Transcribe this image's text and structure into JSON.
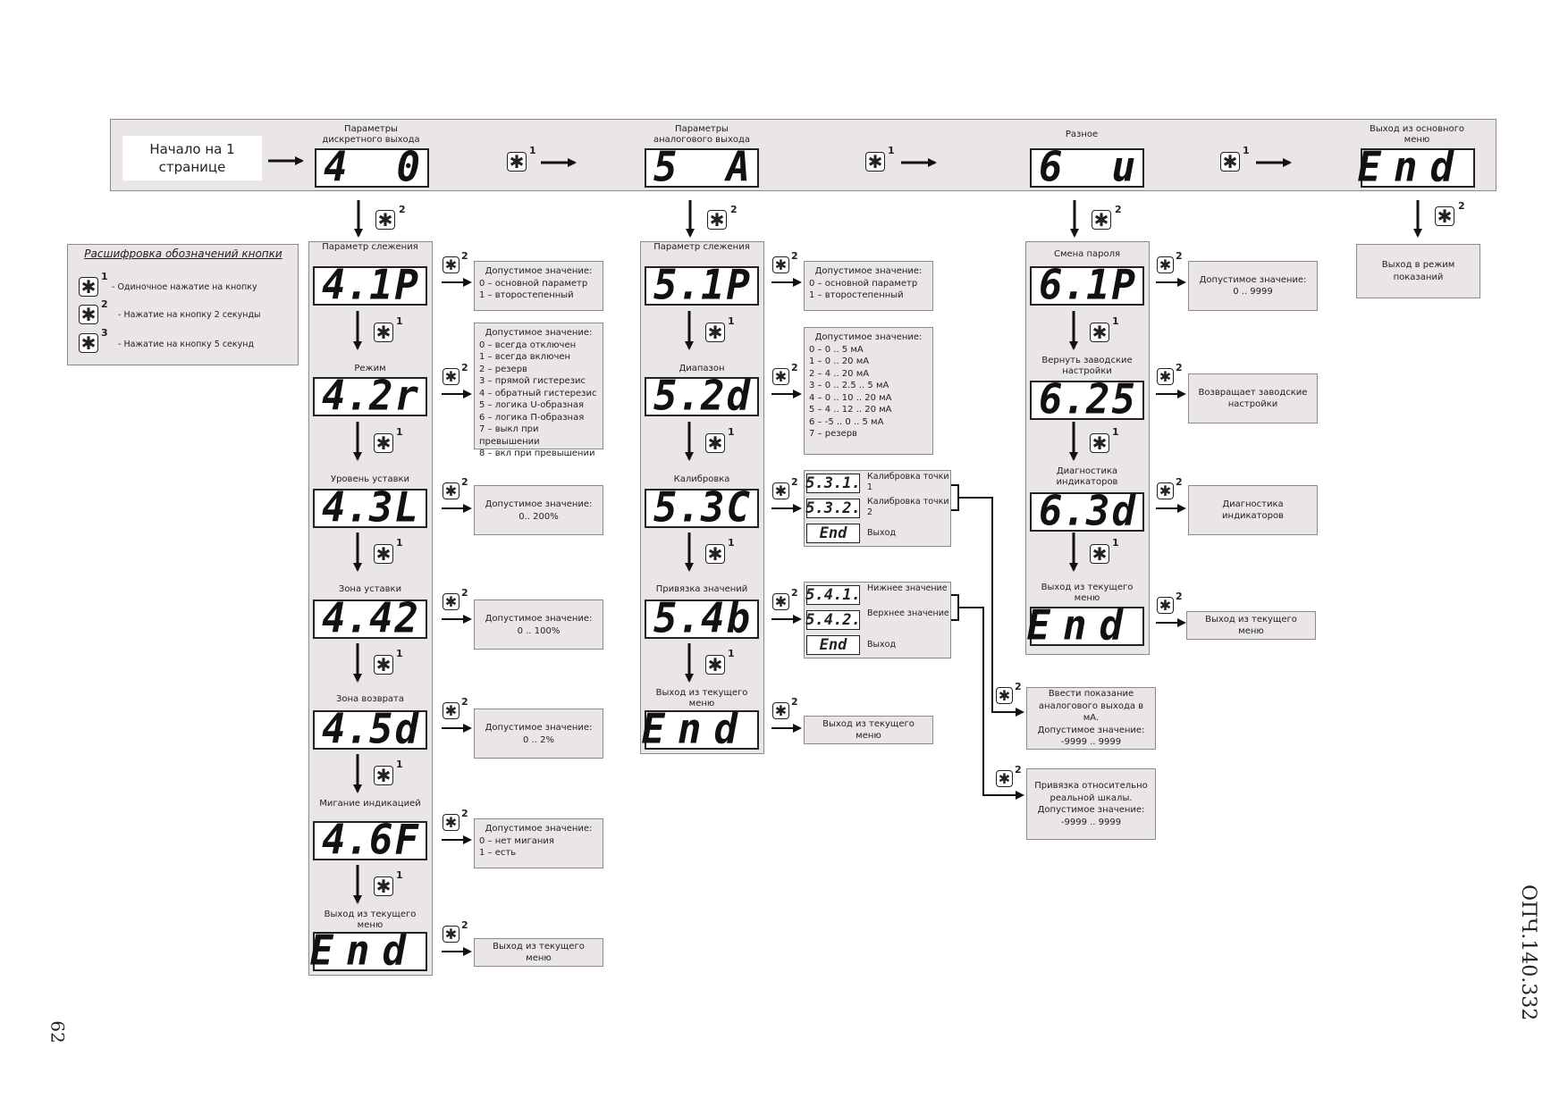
{
  "start": "Начало на 1 странице",
  "top": {
    "labels": [
      "Параметры дискретного выхода",
      "Параметры аналогового выхода",
      "Разное",
      "Выход из основного меню"
    ],
    "displays": [
      [
        "4",
        "0"
      ],
      [
        "5",
        "A"
      ],
      [
        "6",
        "u"
      ],
      [
        "End"
      ]
    ]
  },
  "legend": {
    "title": "Расшифровка обозначений кнопки",
    "items": [
      "- Одиночное нажатие на кнопку",
      "- Нажатие на кнопку 2 секунды",
      "- Нажатие на кнопку 5 секунд"
    ],
    "sups": [
      "1",
      "2",
      "3"
    ]
  },
  "key_symbol": "✱",
  "sup1": "1",
  "sup2": "2",
  "col4": {
    "labels": [
      "Параметр слежения",
      "Режим",
      "Уровень уставки",
      "Зона уставки",
      "Зона возврата",
      "Мигание индикацией",
      "Выход из текущего меню"
    ],
    "displays": [
      [
        "4.1",
        "P"
      ],
      [
        "4.2",
        "r"
      ],
      [
        "4.3",
        "L"
      ],
      [
        "4.4",
        "2"
      ],
      [
        "4.5",
        "d"
      ],
      [
        "4.6",
        "F"
      ],
      [
        "End"
      ]
    ],
    "notes": [
      {
        "title": "Допустимое значение:",
        "body": "0 – основной параметр\n1 – второстепенный"
      },
      {
        "title": "Допустимое значение:",
        "body": "0 – всегда отключен\n1 – всегда включен\n2 – резерв\n3 – прямой гистерезис\n4 – обратный гистерезис\n5 – логика U-образная\n6 – логика П-образная\n7 – выкл при превышении\n8 – вкл при превышении"
      },
      {
        "title": "Допустимое значение:",
        "body": "0.. 200%"
      },
      {
        "title": "Допустимое значение:",
        "body": "0 .. 100%"
      },
      {
        "title": "Допустимое значение:",
        "body": "0 .. 2%"
      },
      {
        "title": "Допустимое значение:",
        "body": "0 – нет мигания\n1 – есть"
      },
      {
        "title": "Выход из текущего меню",
        "body": ""
      }
    ]
  },
  "col5": {
    "labels": [
      "Параметр слежения",
      "Диапазон",
      "Калибровка",
      "Привязка значений",
      "Выход из текущего меню"
    ],
    "displays": [
      [
        "5.1",
        "P"
      ],
      [
        "5.2",
        "d"
      ],
      [
        "5.3",
        "C"
      ],
      [
        "5.4",
        "b"
      ],
      [
        "End"
      ]
    ],
    "notes": [
      {
        "title": "Допустимое значение:",
        "body": "0 – основной параметр\n1 – второстепенный"
      },
      {
        "title": "Допустимое значение:",
        "body": "0 – 0 .. 5 мА\n1 – 0 .. 20 мА\n2 – 4 .. 20 мА\n3 – 0 .. 2.5 .. 5 мА\n4 – 0 .. 10 .. 20 мА\n5 – 4 .. 12 .. 20 мА\n6 – -5 .. 0 .. 5 мА\n7 – резерв"
      },
      {
        "title": "Выход из текущего меню",
        "body": ""
      }
    ],
    "calib": {
      "d1": "5.3.1.",
      "d2": "5.3.2.",
      "d3": "End",
      "l1": "Калибровка точки 1",
      "l2": "Калибровка точки 2",
      "l3": "Выход"
    },
    "bind": {
      "d1": "5.4.1.",
      "d2": "5.4.2.",
      "d3": "End",
      "l1": "Нижнее значение",
      "l2": "Верхнее значение",
      "l3": "Выход"
    },
    "sub_notes": [
      "Ввести показание аналогового выхода в мА.\nДопустимое значение:\n-9999 .. 9999",
      "Привязка относительно реальной шкалы.\nДопустимое значение:\n-9999 .. 9999"
    ]
  },
  "col6": {
    "labels": [
      "Смена пароля",
      "Вернуть заводские настройки",
      "Диагностика индикаторов",
      "Выход из текущего меню"
    ],
    "displays": [
      [
        "6.1",
        "P"
      ],
      [
        "6.2",
        "5"
      ],
      [
        "6.3",
        "d"
      ],
      [
        "End"
      ]
    ],
    "notes": [
      {
        "title": "Допустимое значение:",
        "body": "0 .. 9999"
      },
      {
        "title": "Возвращает заводские настройки",
        "body": ""
      },
      {
        "title": "Диагностика индикаторов",
        "body": ""
      },
      {
        "title": "Выход из текущего меню",
        "body": ""
      }
    ]
  },
  "exit_note": "Выход в режим показаний",
  "page_number": "62",
  "doc_id": "ОПЧ.140.332"
}
